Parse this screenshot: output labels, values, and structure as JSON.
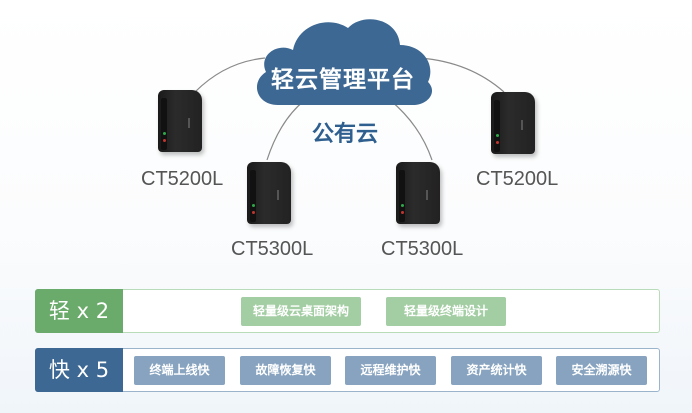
{
  "diagram": {
    "platform": "轻云管理平台",
    "network": "公有云",
    "devices": [
      {
        "model": "CT5200L",
        "position": "left-outer"
      },
      {
        "model": "CT5300L",
        "position": "left-inner"
      },
      {
        "model": "CT5300L",
        "position": "right-inner"
      },
      {
        "model": "CT5200L",
        "position": "right-outer"
      }
    ]
  },
  "colors": {
    "cloud": "#3d6893",
    "light_tag": "#6aaa6a",
    "light_chip": "#a3cda3",
    "fast_tag": "#3d6893",
    "fast_chip": "#87a3bf"
  },
  "features": {
    "light": {
      "tag": "轻 x 2",
      "items": [
        "轻量级云桌面架构",
        "轻量级终端设计"
      ]
    },
    "fast": {
      "tag": "快 x 5",
      "items": [
        "终端上线快",
        "故障恢复快",
        "远程维护快",
        "资产统计快",
        "安全溯源快"
      ]
    }
  }
}
